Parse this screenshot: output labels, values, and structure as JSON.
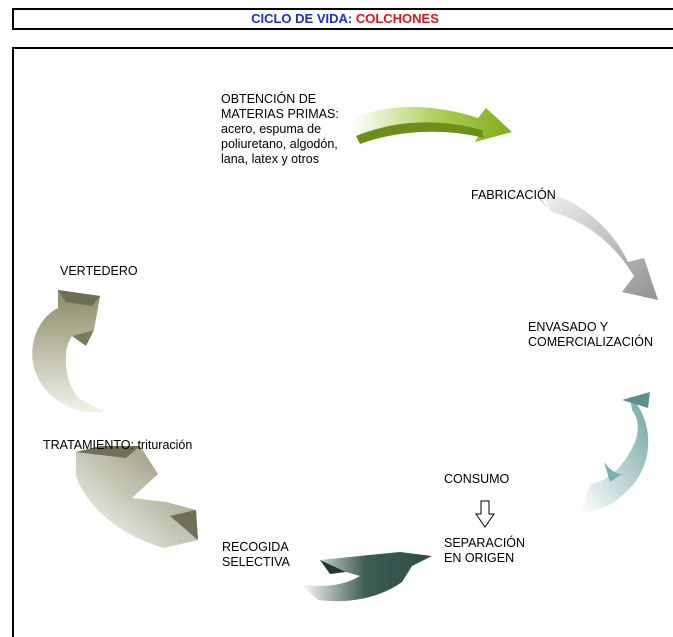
{
  "title": {
    "left": "CICLO DE VIDA: ",
    "right": "COLCHONES"
  },
  "stages": {
    "materias": "OBTENCIÓN DE\nMATERIAS PRIMAS:\nacero, espuma de\npoliuretano, algodón,\nlana, latex y otros",
    "fabricacion": "FABRICACIÓN",
    "envasado": "ENVASADO Y\nCOMERCIALIZACIÓN",
    "consumo": "CONSUMO",
    "separacion": "SEPARACIÓN\nEN ORIGEN",
    "recogida": "RECOGIDA\nSELECTIVA",
    "tratamiento": "TRATAMIENTO: trituración",
    "vertedero": "VERTEDERO"
  },
  "colors": {
    "title_blue": "#1a2fd1",
    "title_red": "#e01515",
    "arrow_green": "#7fae1e",
    "arrow_grey": "#9ea1a1",
    "arrow_teal": "#6fa5a3",
    "arrow_darkgreen": "#2d4d46",
    "arrow_olive": "#8a8a68",
    "arrow_tan": "#a9a78a"
  }
}
